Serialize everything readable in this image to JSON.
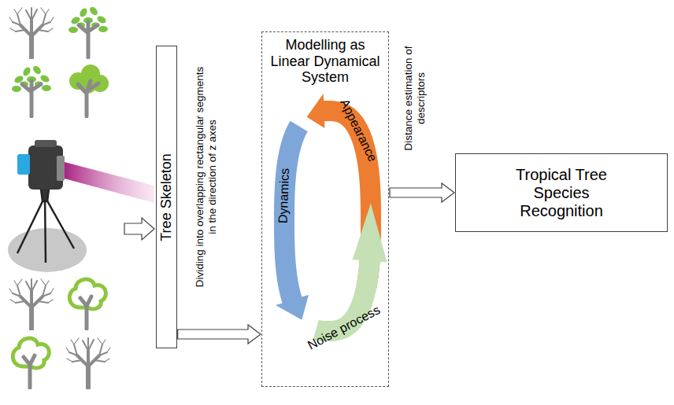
{
  "diagram": {
    "nodes": [
      {
        "text": [
          "Tree Skeleton"
        ]
      },
      {
        "text": [
          "Modelling as Linear Dynamical System"
        ]
      },
      {
        "text": [
          "Dynamics"
        ],
        "in": 1
      },
      {
        "text": [
          "Appearance"
        ],
        "in": 1
      },
      {
        "text": [
          "Noise process"
        ],
        "in": 1
      },
      {
        "text": [
          "Tropical Tree Species Recognition"
        ]
      }
    ],
    "edges": [
      {
        "from": 0,
        "to": 1,
        "label": "Dividing into overlapping rectangular segments in the direction of z axes",
        "arrow": "to"
      },
      {
        "from": 1,
        "to": 5,
        "label": "Distance estimation of descriptors",
        "arrow": "to"
      }
    ]
  }
}
